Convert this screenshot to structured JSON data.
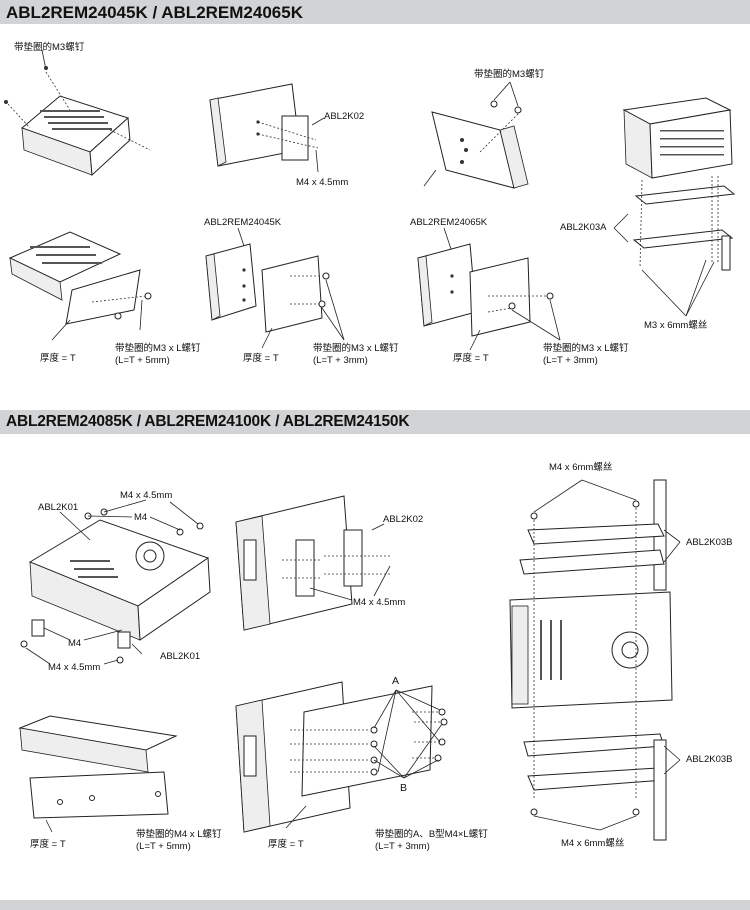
{
  "sections": [
    {
      "title": "ABL2REM24045K / ABL2REM24065K",
      "labels": {
        "screw_m3_washer_a": "带垫圈的M3螺钉",
        "abl2k02": "ABL2K02",
        "m4_45": "M4 x 4.5mm",
        "screw_m3_washer_b": "带垫圈的M3螺钉",
        "model_45": "ABL2REM24045K",
        "model_65": "ABL2REM24065K",
        "abl2k03a": "ABL2K03A",
        "m3_6mm": "M3 x 6mm螺丝",
        "thickness_1": "厚度 = T",
        "screw_l_1_line1": "带垫圈的M3 x L螺钉",
        "screw_l_1_line2": "(L=T + 5mm)",
        "thickness_2": "厚度 = T",
        "screw_l_2_line1": "带垫圈的M3 x L螺钉",
        "screw_l_2_line2": "(L=T + 3mm)",
        "thickness_3": "厚度 = T",
        "screw_l_3_line1": "带垫圈的M3 x L螺钉",
        "screw_l_3_line2": "(L=T + 3mm)"
      }
    },
    {
      "title": "ABL2REM24085K / ABL2REM24100K / ABL2REM24150K",
      "labels": {
        "abl2k01_top": "ABL2K01",
        "m4_45_top": "M4 x 4.5mm",
        "m4_top": "M4",
        "m4_bottom": "M4",
        "m4_45_bottom": "M4 x 4.5mm",
        "abl2k01_bottom": "ABL2K01",
        "abl2k02": "ABL2K02",
        "m4_45_mid": "M4 x 4.5mm",
        "m4_6mm_top": "M4 x 6mm螺丝",
        "abl2k03b_top": "ABL2K03B",
        "abl2k03b_bottom": "ABL2K03B",
        "m4_6mm_bottom": "M4 x 6mm螺丝",
        "a_label": "A",
        "b_label": "B",
        "thickness_1": "厚度 = T",
        "screw_l_1_line1": "带垫圈的M4 x L螺钉",
        "screw_l_1_line2": "(L=T + 5mm)",
        "thickness_2": "厚度 = T",
        "screw_ab_line1": "带垫圈的A、B型M4×L螺钉",
        "screw_ab_line2": "(L=T + 3mm)"
      }
    }
  ]
}
